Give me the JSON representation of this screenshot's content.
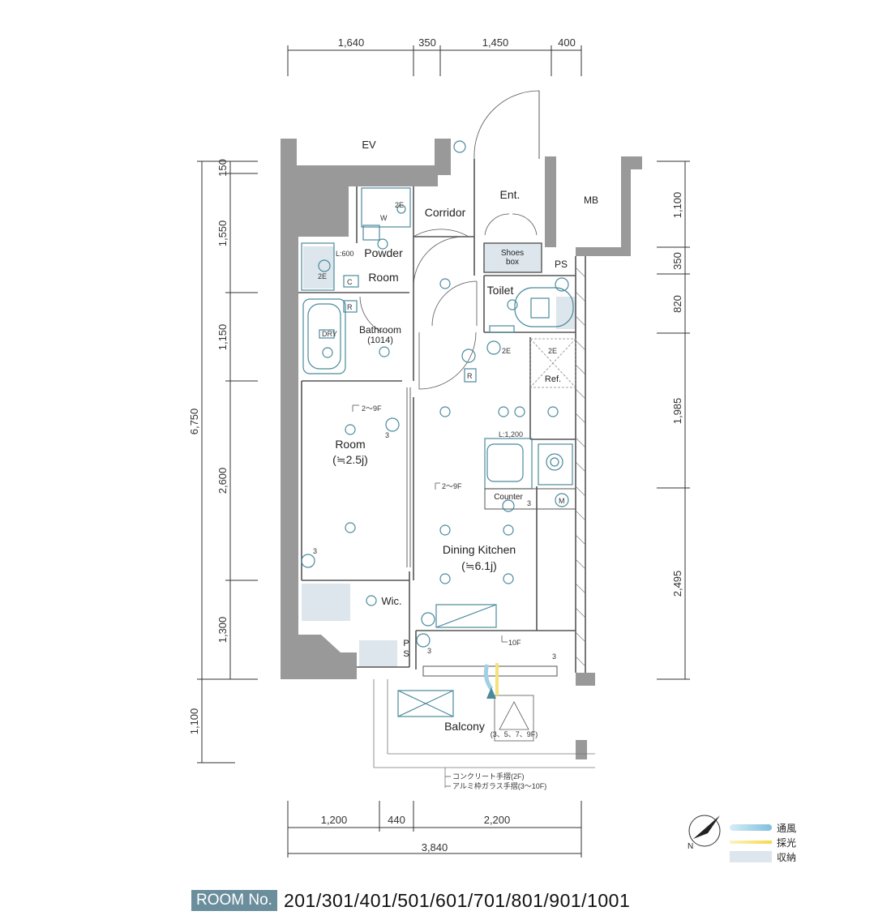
{
  "top_dims": [
    "1,640",
    "350",
    "1,450",
    "400"
  ],
  "left_dims": [
    "6,750",
    "1,100"
  ],
  "left_inner_dims": [
    "150",
    "1,550",
    "1,150",
    "2,600",
    "1,300"
  ],
  "right_dims": [
    "1,100",
    "350",
    "820",
    "1,985",
    "2,495"
  ],
  "bottom_dims": [
    "1,200",
    "440",
    "2,200"
  ],
  "bottom_total": "3,840",
  "rooms": {
    "ev": "EV",
    "mb": "MB",
    "ent": "Ent.",
    "corridor": "Corridor",
    "shoes_1": "Shoes",
    "shoes_2": "box",
    "ps_top": "PS",
    "powder_1": "Powder",
    "powder_2": "Room",
    "toilet": "Toilet",
    "bathroom_1": "Bathroom",
    "bathroom_2": "(1014)",
    "ref": "Ref.",
    "room_1": "Room",
    "room_2": "(≒2.5j)",
    "dk_1": "Dining Kitchen",
    "dk_2": "(≒6.1j)",
    "wic": "Wic.",
    "counter": "Counter",
    "balcony": "Balcony",
    "ps_bottom": "P",
    "ps_bottom_2": "S"
  },
  "notes": {
    "l600": "L:600",
    "l1200": "L:1,200",
    "w": "W",
    "dry": "DRY",
    "c": "C",
    "r1": "R",
    "r2": "R",
    "m": "M",
    "twoE_1": "2E",
    "twoE_2": "2E",
    "twoE_3": "2E",
    "twoE_4": "2E",
    "room_floor": "2〜9F",
    "dk_floor": "2〜9F",
    "ten_f": "10F",
    "three_a": "3",
    "three_b": "3",
    "three_c": "3",
    "three_d": "3",
    "three_e": "3",
    "balcony_floors": "(3、5、7、9F)",
    "rail_1": "コンクリート手摺(2F)",
    "rail_2": "アルミ枠ガラス手摺(3〜10F)"
  },
  "legend": [
    {
      "label": "通風",
      "color": "#9fd0e6"
    },
    {
      "label": "採光",
      "color": "#f5e27a"
    },
    {
      "label": "収納",
      "color": "#dde6ec"
    }
  ],
  "compass_label": "N",
  "room_number": {
    "tag": "ROOM No.",
    "values": "201/301/401/501/601/701/801/901/1001"
  },
  "colors": {
    "wall": "#9a9a9a",
    "fixture": "#4a8a9c",
    "storage": "#dde6ec",
    "tag_bg": "#6b8e9c"
  }
}
